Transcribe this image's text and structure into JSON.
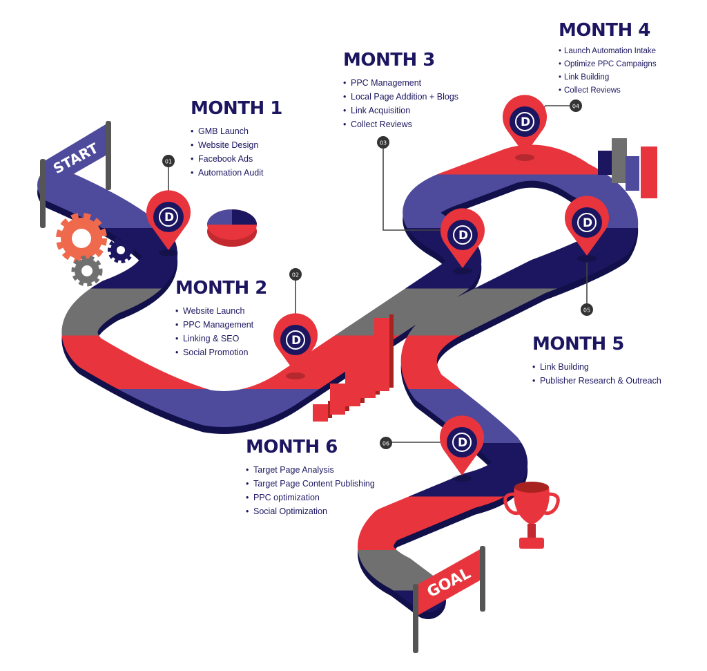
{
  "signs": {
    "start": "START",
    "goal": "GOAL"
  },
  "months": [
    {
      "title": "MONTH 1",
      "marker": "01",
      "items": [
        "GMB Launch",
        "Website Design",
        "Facebook Ads",
        "Automation Audit"
      ]
    },
    {
      "title": "MONTH 2",
      "marker": "02",
      "items": [
        "Website Launch",
        "PPC Management",
        "Linking & SEO",
        "Social Promotion"
      ]
    },
    {
      "title": "MONTH 3",
      "marker": "03",
      "items": [
        "PPC Management",
        "Local Page Addition + Blogs",
        "Link Acquisition",
        "Collect Reviews"
      ]
    },
    {
      "title": "MONTH 4",
      "marker": "04",
      "items": [
        "Launch Automation Intake",
        "Optimize PPC Campaigns",
        "Link Building",
        "Collect Reviews"
      ]
    },
    {
      "title": "MONTH 5",
      "marker": "05",
      "items": [
        "Link Building",
        "Publisher Research & Outreach"
      ]
    },
    {
      "title": "MONTH 6",
      "marker": "06",
      "items": [
        "Target Page Analysis",
        "Target Page Content Publishing",
        "PPC optimization",
        "Social Optimization"
      ]
    }
  ],
  "pin_logo_letter": "D",
  "colors": {
    "navy": "#1c1660",
    "red": "#e8343c",
    "purple": "#4e4a9c",
    "gray": "#707070",
    "white": "#ffffff"
  }
}
